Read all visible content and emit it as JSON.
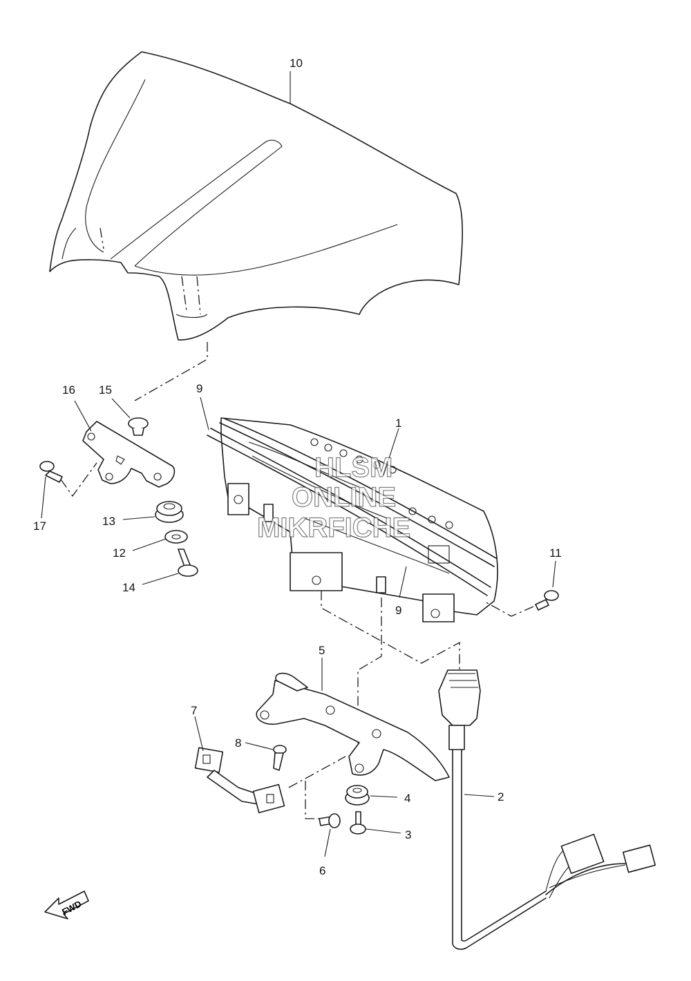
{
  "callouts": {
    "c1": "1",
    "c2": "2",
    "c3": "3",
    "c4": "4",
    "c5": "5",
    "c6": "6",
    "c7": "7",
    "c8": "8",
    "c9a": "9",
    "c9b": "9",
    "c10": "10",
    "c11": "11",
    "c12": "12",
    "c13": "13",
    "c14": "14",
    "c15": "15",
    "c16": "16",
    "c17": "17"
  },
  "watermark": {
    "line1": "HLSM",
    "line2": "ONLINE",
    "line3": "MIKRFICHE"
  },
  "direction_arrow": {
    "label": "FWD"
  }
}
